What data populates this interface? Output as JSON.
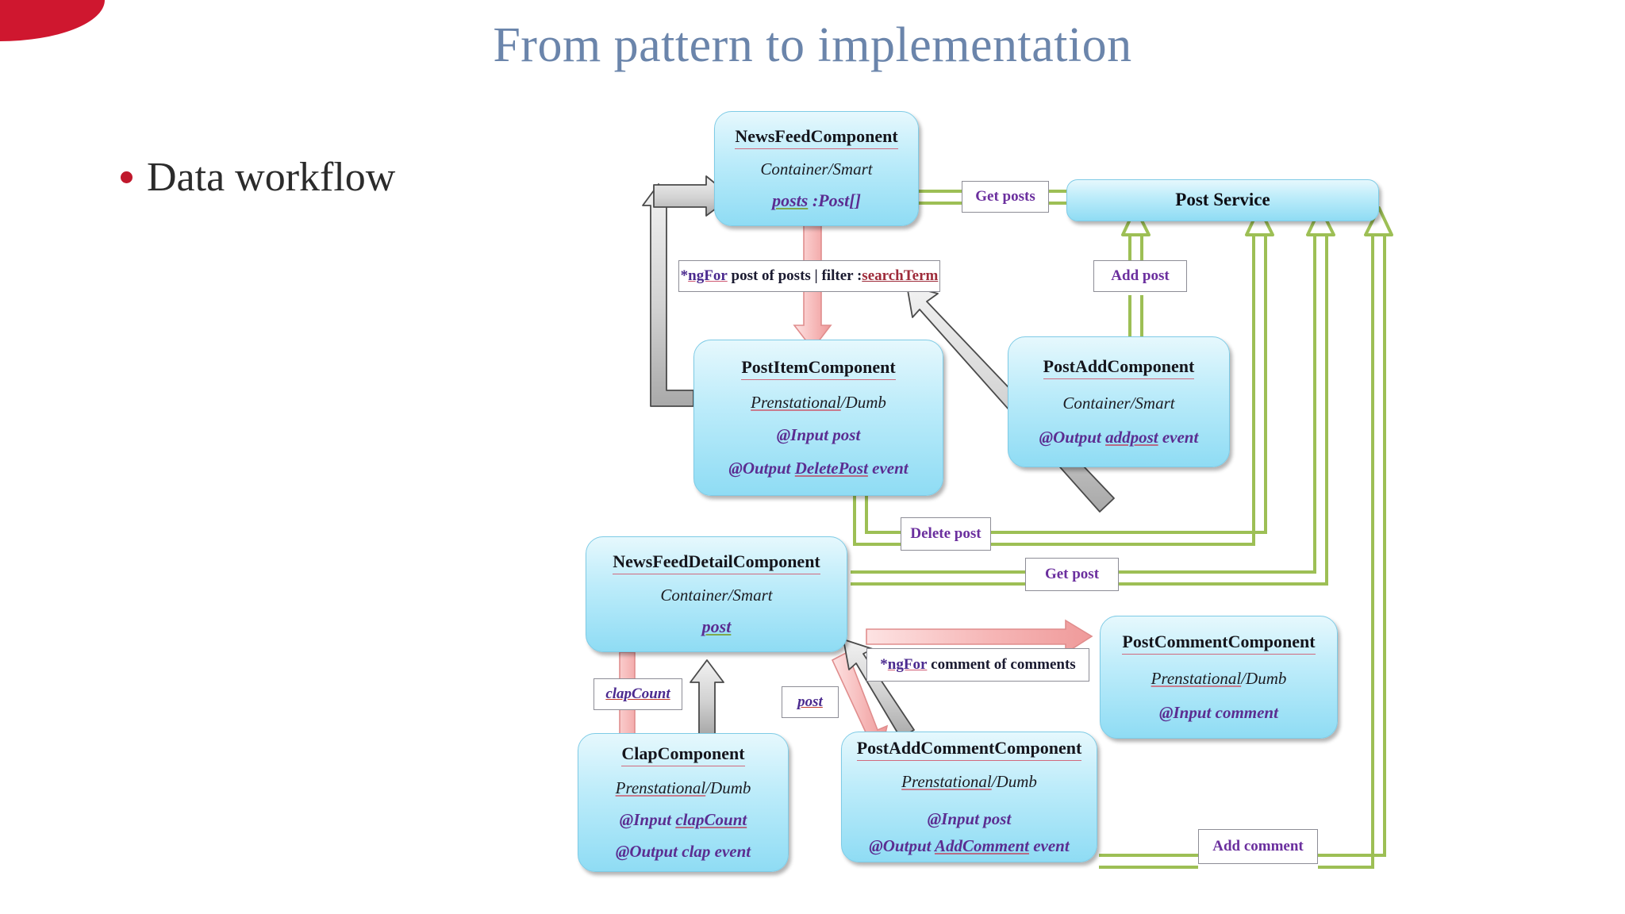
{
  "slide": {
    "title": "From pattern to implementation",
    "bullet": "Data workflow",
    "accent_red": "#cf172f",
    "title_color": "#6b85ab"
  },
  "diagram": {
    "palette": {
      "node_fill": "#bdecfa",
      "node_border": "#7ecbe6",
      "service_arrow": "#9dbf55",
      "data_arrow": "#f3a6a6",
      "event_arrow": "#808080",
      "chip_text": "#6b2f9e"
    },
    "nodes": [
      {
        "id": "news-feed-component",
        "title": "NewsFeedComponent",
        "kind": "Container/Smart",
        "lines": [
          {
            "text": "posts :Post[]",
            "style": "prop"
          }
        ]
      },
      {
        "id": "post-service",
        "title": "Post Service",
        "kind": "",
        "lines": []
      },
      {
        "id": "post-item-component",
        "title": "PostItemComponent",
        "kind": "Prenstational/Dumb",
        "lines": [
          {
            "text": "@Input post",
            "style": "io"
          },
          {
            "text": "@Output DeletePost event",
            "style": "io"
          }
        ]
      },
      {
        "id": "post-add-component",
        "title": "PostAddComponent",
        "kind": "Container/Smart",
        "lines": [
          {
            "text": "@Output addpost event",
            "style": "io"
          }
        ]
      },
      {
        "id": "news-feed-detail-component",
        "title": "NewsFeedDetailComponent",
        "kind": "Container/Smart",
        "lines": [
          {
            "text": "post",
            "style": "prop"
          }
        ]
      },
      {
        "id": "post-comment-component",
        "title": "PostCommentComponent",
        "kind": "Prenstational/Dumb",
        "lines": [
          {
            "text": "@Input comment",
            "style": "io"
          }
        ]
      },
      {
        "id": "clap-component",
        "title": "ClapComponent",
        "kind": "Prenstational/Dumb",
        "lines": [
          {
            "text": "@Input clapCount",
            "style": "io"
          },
          {
            "text": "@Output clap event",
            "style": "io"
          }
        ]
      },
      {
        "id": "post-add-comment-component",
        "title": "PostAddCommentComponent",
        "kind": "Prenstational/Dumb",
        "lines": [
          {
            "text": "@Input post",
            "style": "io"
          },
          {
            "text": "@Output AddComment event",
            "style": "io"
          }
        ]
      }
    ],
    "labels": {
      "get_posts": "Get posts",
      "add_post": "Add post",
      "delete_post": "Delete post",
      "get_post": "Get post",
      "add_comment": "Add comment",
      "ngfor_posts_kw": "*ngFor",
      "ngfor_posts_rest": " post of posts | filter : ",
      "ngfor_posts_term": "searchTerm",
      "ngfor_comments_kw": "*ngFor",
      "ngfor_comments_rest": " comment of comments",
      "clap_count": "clapCount",
      "post": "post"
    }
  }
}
